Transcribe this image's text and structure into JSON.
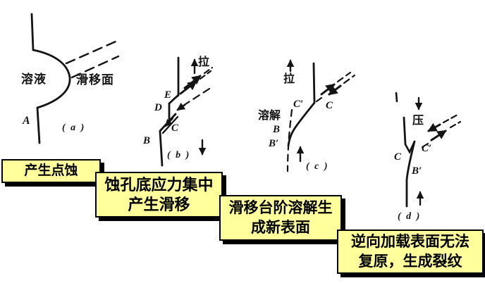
{
  "colors": {
    "ink": "#141414",
    "box_bg": "#ffff9c",
    "box_border": "#000000",
    "box_shadow": "#000000"
  },
  "panels": {
    "a": {
      "caption": "( a )",
      "labels": {
        "solution": "溶液",
        "slip_plane": "滑移面",
        "point_a": "A"
      }
    },
    "b": {
      "caption": "( b )",
      "labels": {
        "tension": "拉",
        "e": "E",
        "d": "D",
        "c": "C",
        "b": "B"
      }
    },
    "c": {
      "caption": "( c )",
      "labels": {
        "tension": "拉",
        "c_prime": "C′",
        "c": "C",
        "dissolve": "溶解",
        "b": "B",
        "b_prime": "B′"
      }
    },
    "d": {
      "caption": "( d )",
      "labels": {
        "compression": "压",
        "c": "C",
        "c_prime": "C′",
        "b_prime": "B′"
      }
    }
  },
  "steps": [
    {
      "lines": [
        "产生点蚀"
      ]
    },
    {
      "lines": [
        "蚀孔底应力集中",
        "产生滑移"
      ]
    },
    {
      "lines": [
        "滑移台阶溶解生",
        "成新表面"
      ]
    },
    {
      "lines": [
        "逆向加载表面无法",
        "复原，生成裂纹"
      ]
    }
  ]
}
